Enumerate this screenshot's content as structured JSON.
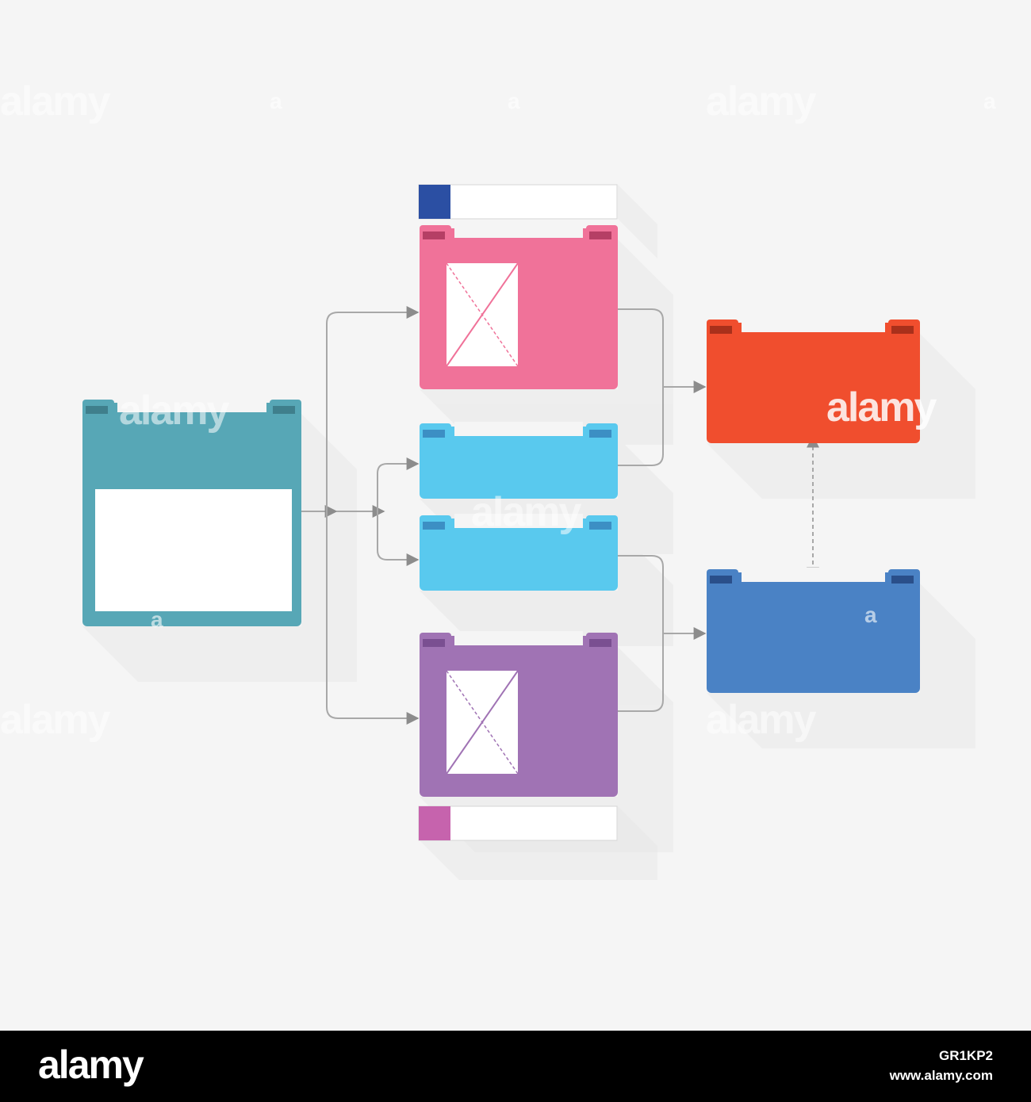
{
  "colors": {
    "background": "#f5f5f5",
    "connector": "#a8a8a8",
    "arrow": "#8c8c8c",
    "teal": "#57a7b6",
    "teal_dark": "#3f7f8c",
    "pink": "#f07299",
    "pink_dark": "#b53f65",
    "cyan": "#59c9ee",
    "cyan_dark": "#3c8fc4",
    "purple": "#a073b4",
    "purple_dark": "#7a4f91",
    "orange": "#f04e2e",
    "orange_dark": "#a9301b",
    "blue": "#4a82c5",
    "blue_dark": "#2a4f8a",
    "legend_navy": "#2b4fa3",
    "legend_magenta": "#c663ad"
  },
  "diagram": {
    "nodes": [
      {
        "id": "source",
        "color": "teal",
        "icon": "white-panel"
      },
      {
        "id": "top-branch",
        "color": "pink",
        "icon": "image-placeholder-icon"
      },
      {
        "id": "middle-upper",
        "color": "cyan"
      },
      {
        "id": "middle-lower",
        "color": "cyan"
      },
      {
        "id": "bottom-branch",
        "color": "purple",
        "icon": "image-placeholder-icon"
      },
      {
        "id": "result-upper",
        "color": "orange"
      },
      {
        "id": "result-lower",
        "color": "blue"
      }
    ],
    "edges": [
      {
        "from": "source",
        "to": "top-branch",
        "style": "solid-arrow"
      },
      {
        "from": "source",
        "to": "middle-upper",
        "style": "solid-arrow"
      },
      {
        "from": "source",
        "to": "middle-lower",
        "style": "solid-arrow"
      },
      {
        "from": "source",
        "to": "bottom-branch",
        "style": "solid-arrow"
      },
      {
        "from": "top-branch",
        "to": "result-upper",
        "style": "solid-arrow"
      },
      {
        "from": "middle-upper",
        "to": "result-upper",
        "style": "solid-arrow"
      },
      {
        "from": "middle-lower",
        "to": "result-lower",
        "style": "solid-arrow"
      },
      {
        "from": "bottom-branch",
        "to": "result-lower",
        "style": "solid-arrow"
      },
      {
        "from": "result-upper",
        "to": "result-lower",
        "style": "dashed-double-arrow"
      }
    ]
  },
  "watermark": {
    "text": "alamy",
    "small_text": "a"
  },
  "footer": {
    "logo": "alamy",
    "image_id": "GR1KP2",
    "url": "www.alamy.com"
  }
}
